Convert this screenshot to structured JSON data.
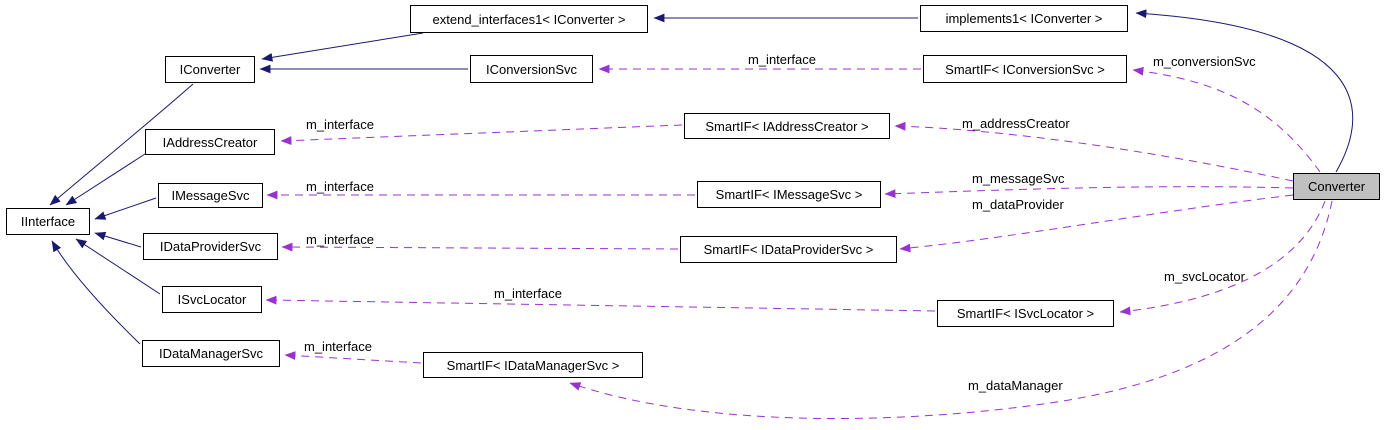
{
  "diagram": {
    "focus_node": "Converter",
    "colors": {
      "inheritance_edge": "#191970",
      "usage_edge": "#9a32cd",
      "node_fill": "#ffffff",
      "node_border": "#000000",
      "focus_node_fill": "#c0c0c0",
      "text": "#000000"
    },
    "nodes": {
      "extend_interfaces1": "extend_interfaces1< IConverter >",
      "implements1": "implements1< IConverter >",
      "iconverter": "IConverter",
      "iconversionsvc": "IConversionSvc",
      "smartif_iconversionsvc": "SmartIF< IConversionSvc >",
      "iaddresscreator": "IAddressCreator",
      "smartif_iaddresscreator": "SmartIF< IAddressCreator >",
      "imessagesvc": "IMessageSvc",
      "smartif_imessagesvc": "SmartIF< IMessageSvc >",
      "iinterface": "IInterface",
      "idataprovidersvc": "IDataProviderSvc",
      "smartif_idataprovidersvc": "SmartIF< IDataProviderSvc >",
      "isvclocator": "ISvcLocator",
      "smartif_isvclocator": "SmartIF< ISvcLocator >",
      "idatamanagersvc": "IDataManagerSvc",
      "smartif_idatamanagersvc": "SmartIF< IDataManagerSvc >",
      "converter": "Converter"
    },
    "edge_labels": {
      "m_interface_conversionsvc": "m_interface",
      "m_conversionsvc": "m_conversionSvc",
      "m_interface_addresscreator": "m_interface",
      "m_addresscreator": "m_addressCreator",
      "m_interface_messagesvc": "m_interface",
      "m_messagesvc": "m_messageSvc",
      "m_dataprovider": "m_dataProvider",
      "m_interface_dataprovidersvc": "m_interface",
      "m_interface_svclocator": "m_interface",
      "m_svclocator": "m_svcLocator",
      "m_interface_datamanagersvc": "m_interface",
      "m_datamanager": "m_dataManager"
    }
  }
}
